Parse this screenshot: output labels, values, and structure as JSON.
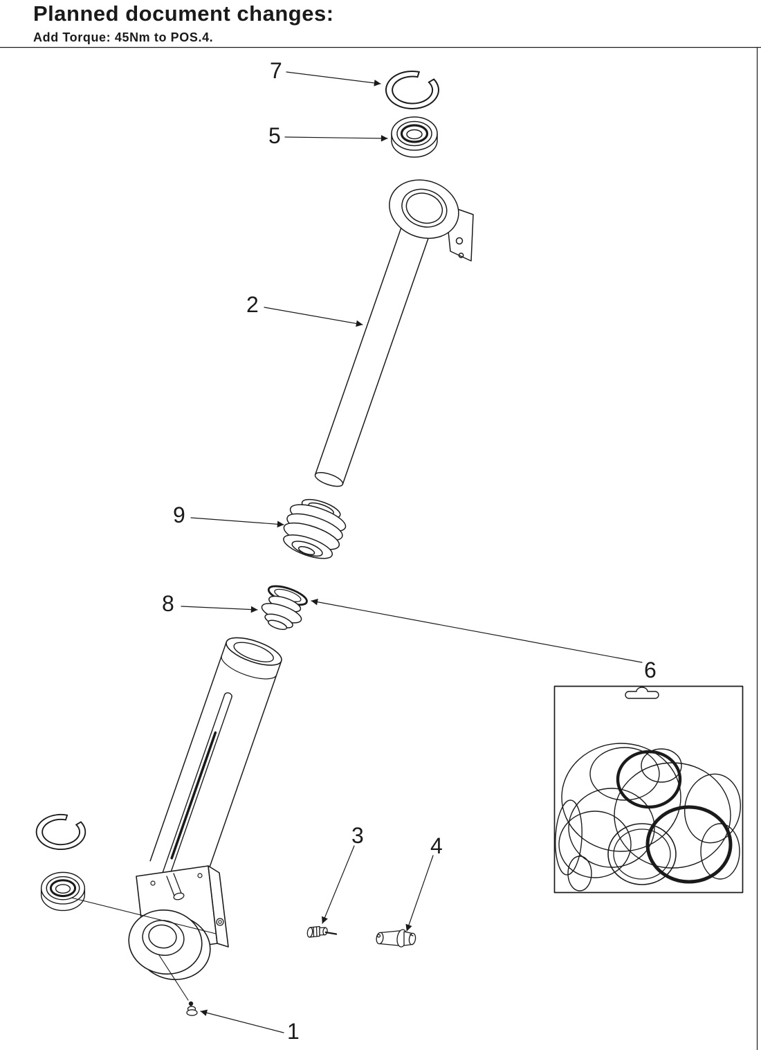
{
  "colors": {
    "line": "#1a1a1a",
    "background": "#ffffff"
  },
  "header": {
    "title": "Planned document changes:",
    "subtitle": "Add Torque: 45Nm to POS.4."
  },
  "diagram": {
    "labels": {
      "p1": "1",
      "p2": "2",
      "p3": "3",
      "p4": "4",
      "p5": "5",
      "p6": "6",
      "p7": "7",
      "p8": "8",
      "p9": "9"
    }
  }
}
